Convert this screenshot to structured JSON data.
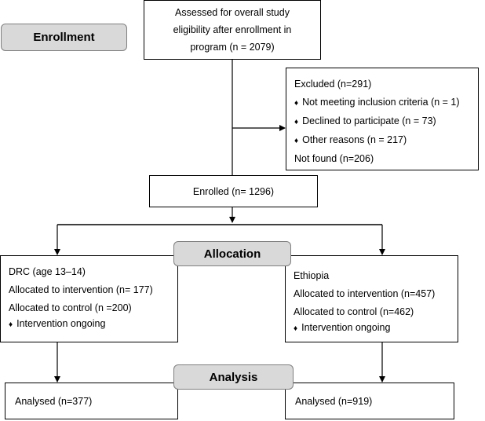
{
  "labels": {
    "enrollment": "Enrollment",
    "allocation": "Allocation",
    "analysis": "Analysis"
  },
  "assessed": {
    "line1": "Assessed for overall study",
    "line2": "eligibility after enrollment in",
    "line3": "program (n = 2079)"
  },
  "excluded": {
    "title": "Excluded (n=291)",
    "bullet_glyph": "♦",
    "items": [
      "Not meeting inclusion criteria (n = 1)",
      "Declined to participate (n = 73)",
      "Other reasons (n = 217)"
    ],
    "not_found": "Not found (n=206)"
  },
  "enrolled": {
    "text": "Enrolled (n= 1296)"
  },
  "drc": {
    "title": "DRC (age 13–14)",
    "intervention": "Allocated to intervention (n= 177)",
    "control": "Allocated to control (n =200)",
    "bullet_glyph": "♦",
    "ongoing": "Intervention ongoing"
  },
  "ethiopia": {
    "title": "Ethiopia",
    "intervention": "Allocated to intervention (n=457)",
    "control": "Allocated to control (n=462)",
    "bullet_glyph": "♦",
    "ongoing": "Intervention ongoing"
  },
  "analysed_left": {
    "text": "Analysed (n=377)"
  },
  "analysed_right": {
    "text": "Analysed (n=919)"
  }
}
